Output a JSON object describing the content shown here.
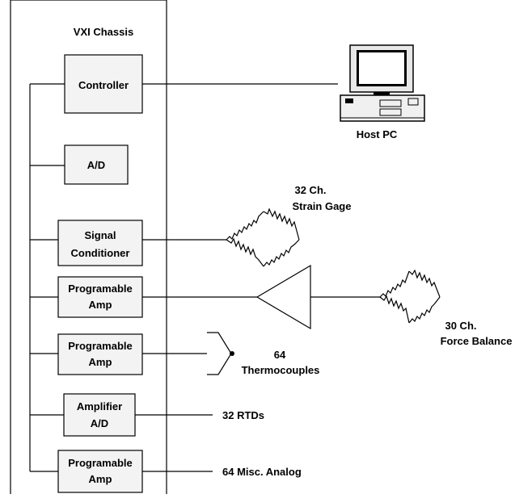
{
  "chassis": {
    "title": "VXI Chassis"
  },
  "modules": {
    "controller": "Controller",
    "ad": "A/D",
    "signal_conditioner": [
      "Signal",
      "Conditioner"
    ],
    "prog_amp_1": [
      "Programable",
      "Amp"
    ],
    "prog_amp_2": [
      "Programable",
      "Amp"
    ],
    "amplifier_ad": [
      "Amplifier",
      "A/D"
    ],
    "prog_amp_3": [
      "Programable",
      "Amp"
    ]
  },
  "host": {
    "label": "Host PC"
  },
  "sensors": {
    "strain_gage": [
      "32 Ch.",
      "Strain Gage"
    ],
    "force_balance": [
      "30 Ch.",
      "Force Balance"
    ],
    "thermocouples": [
      "64",
      "Thermocouples"
    ],
    "rtds": "32 RTDs",
    "misc_analog": "64 Misc. Analog"
  }
}
